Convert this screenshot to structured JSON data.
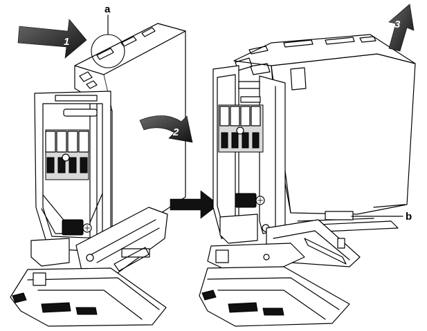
{
  "figure": {
    "callouts": {
      "a": "a",
      "b": "b"
    },
    "steps": {
      "s1": "1",
      "s2": "2",
      "s3": "3"
    },
    "colors": {
      "line": "#000000",
      "arrow_fill": "#1a1a1a",
      "arrow_light": "#666666",
      "paper": "#ffffff"
    },
    "icons": [
      "push-arrow-icon",
      "rotate-arrow-icon",
      "lift-arrow-icon",
      "transition-arrow-icon",
      "zoom-circle-icon"
    ]
  }
}
